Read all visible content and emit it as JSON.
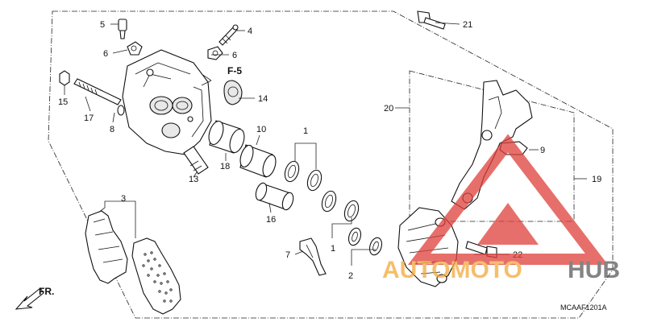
{
  "diagram": {
    "parts": [
      {
        "num": "1"
      },
      {
        "num": "1"
      },
      {
        "num": "2"
      },
      {
        "num": "3"
      },
      {
        "num": "4"
      },
      {
        "num": "5"
      },
      {
        "num": "6"
      },
      {
        "num": "6"
      },
      {
        "num": "7"
      },
      {
        "num": "8"
      },
      {
        "num": "9"
      },
      {
        "num": "10"
      },
      {
        "num": "13"
      },
      {
        "num": "14"
      },
      {
        "num": "15"
      },
      {
        "num": "16"
      },
      {
        "num": "17"
      },
      {
        "num": "18"
      },
      {
        "num": "19"
      },
      {
        "num": "20"
      },
      {
        "num": "21"
      },
      {
        "num": "22"
      }
    ],
    "ref_label": "F-5",
    "direction_label": "FR.",
    "code": "MCAAF1201A"
  },
  "watermark": {
    "text_part1": "AUTOMOTO",
    "text_part2": "HUB",
    "color_red": "#e0403a",
    "color_orange": "#f2a93b",
    "color_gray": "#5b5b5b"
  }
}
